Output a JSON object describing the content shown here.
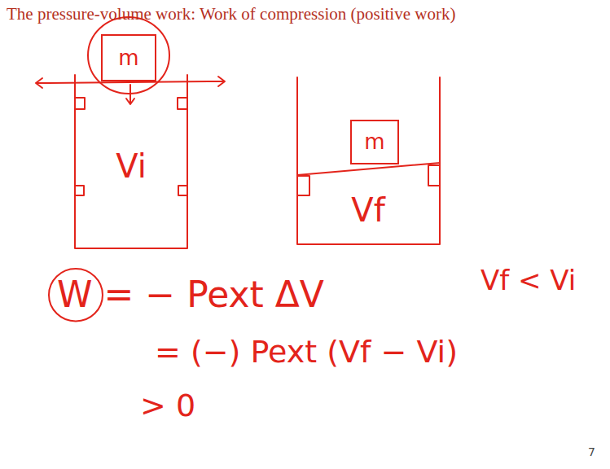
{
  "diagram": {
    "title": "The pressure-volume work: Work of compression (positive work)",
    "nodes": [
      {
        "text": [
          "m"
        ]
      },
      {
        "text": [
          "Vi"
        ]
      },
      {
        "text": [
          "m"
        ]
      },
      {
        "text": [
          "Vf"
        ]
      }
    ],
    "labels": [
      "W = − Pext ΔV",
      "= (−) Pext (Vf − Vi)",
      "> 0",
      "Vf < Vi",
      "7"
    ]
  }
}
